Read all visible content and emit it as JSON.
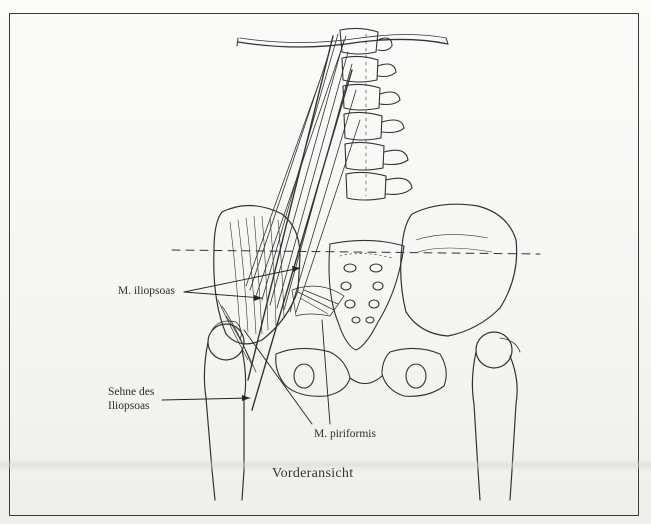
{
  "labels": {
    "iliopsoas": "M. iliopsoas",
    "tendon_line1": "Sehne des",
    "tendon_line2": "Iliopsoas",
    "piriformis": "M. piriformis"
  },
  "caption": "Vorderansicht",
  "colors": {
    "ink": "#333333",
    "paper": "#f6f6f3",
    "frame": "#3a3a3a"
  }
}
